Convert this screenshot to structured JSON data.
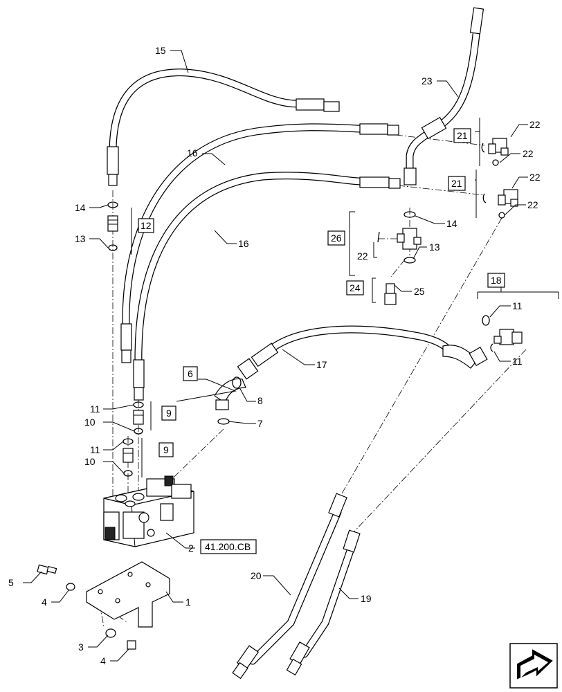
{
  "callouts": {
    "c1": "1",
    "c2": "2",
    "c3": "3",
    "c4a": "4",
    "c4b": "4",
    "c5": "5",
    "c6": "6",
    "c7": "7",
    "c8": "8",
    "c9a": "9",
    "c9b": "9",
    "c10a": "10",
    "c10b": "10",
    "c11a": "11",
    "c11b": "11",
    "c11c": "11",
    "c11d": "11",
    "c12": "12",
    "c13a": "13",
    "c13b": "13",
    "c14a": "14",
    "c14b": "14",
    "c15": "15",
    "c16a": "16",
    "c16b": "16",
    "c17": "17",
    "c18": "18",
    "c19": "19",
    "c20": "20",
    "c21a": "21",
    "c21b": "21",
    "c22a": "22",
    "c22b": "22",
    "c22c": "22",
    "c22d": "22",
    "c22e": "22",
    "c23": "23",
    "c24": "24",
    "c25": "25",
    "c26": "26"
  },
  "reference": "41.200.CB",
  "nav_icon": "next-page-arrow-icon"
}
